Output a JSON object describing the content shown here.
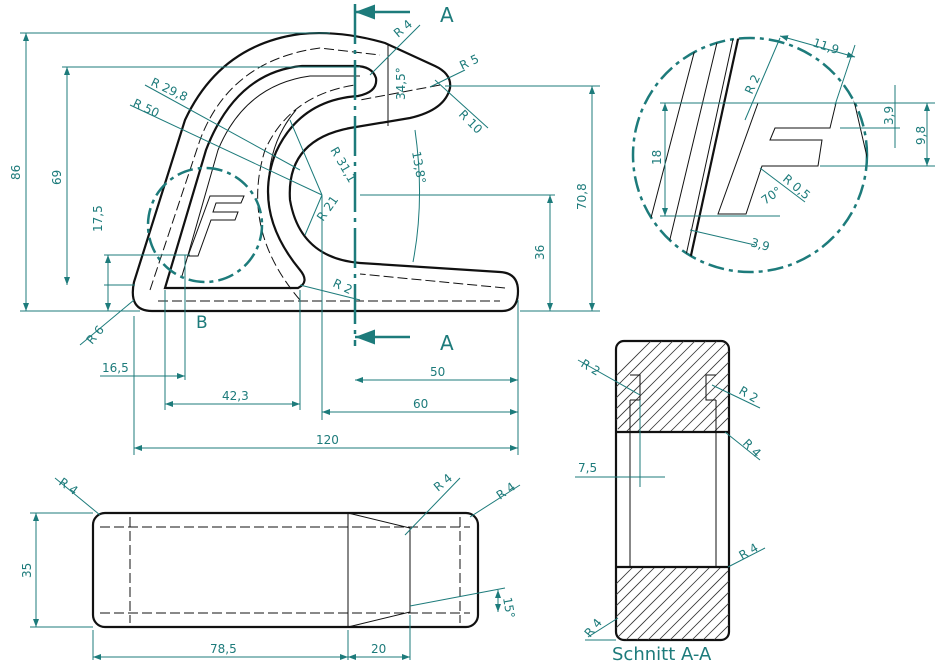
{
  "section_marks": {
    "top": "A",
    "bottom": "A"
  },
  "detail_mark": "B",
  "main_view": {
    "radii": [
      "R 4",
      "R 5",
      "R 10",
      "R 29,8",
      "R 50",
      "R 31,1",
      "R 21",
      "R 2",
      "R 6"
    ],
    "angles": [
      "34,5°",
      "13,8°"
    ],
    "vertical_dims": [
      "86",
      "69",
      "17,5",
      "36",
      "70,8"
    ],
    "horizontal_dims": [
      "16,5",
      "42,3",
      "50",
      "60",
      "120"
    ]
  },
  "detail_view": {
    "dims": [
      "11,9",
      "R 2",
      "3,9",
      "9,8",
      "18",
      "R 0,5",
      "70°",
      "3,9"
    ]
  },
  "section_view": {
    "title": "Schnitt A-A",
    "dims": [
      "R 2",
      "R 2",
      "R 4",
      "7,5",
      "R 4",
      "R 4"
    ]
  },
  "bottom_view": {
    "dims": [
      "R 4",
      "R 4",
      "R 4",
      "35",
      "15°",
      "78,5",
      "20"
    ]
  },
  "colors": {
    "dimension": "#1d7b7b",
    "outline": "#111111"
  }
}
